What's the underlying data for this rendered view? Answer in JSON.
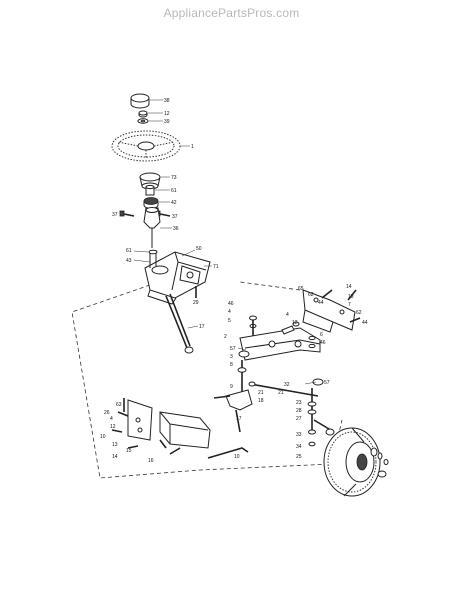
{
  "watermark": "AppliancePartsPros.com",
  "callouts": [
    "38",
    "12",
    "39",
    "1",
    "73",
    "61",
    "42",
    "37",
    "37",
    "36",
    "61",
    "43",
    "50",
    "71",
    "29",
    "17",
    "46",
    "4",
    "5",
    "2",
    "57",
    "3",
    "8",
    "65",
    "62",
    "4",
    "12",
    "44",
    "6",
    "46",
    "14",
    "19",
    "7",
    "62",
    "44",
    "57",
    "9",
    "26",
    "63",
    "4",
    "12",
    "10",
    "13",
    "14",
    "15",
    "16",
    "10",
    "17",
    "21",
    "21",
    "18",
    "32",
    "23",
    "28",
    "27",
    "33",
    "34",
    "25"
  ]
}
